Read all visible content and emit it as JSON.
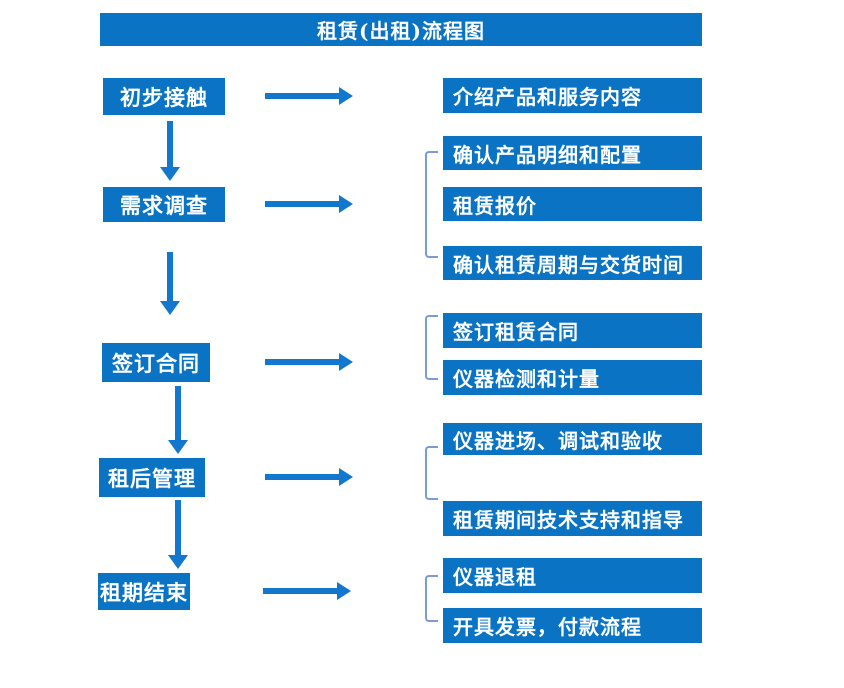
{
  "title": "租赁(出租)流程图",
  "colors": {
    "box_blue": "#0a73c4",
    "arrow_blue": "#1277cd",
    "bracket_blue": "#7b9ad6",
    "text_white": "#ffffff"
  },
  "sections": [
    {
      "left": "初步接触",
      "right": [
        "介绍产品和服务内容"
      ]
    },
    {
      "left": "需求调查",
      "right": [
        "确认产品明细和配置",
        "租赁报价",
        "确认租赁周期与交货时间"
      ]
    },
    {
      "left": "签订合同",
      "right": [
        "签订租赁合同",
        "仪器检测和计量"
      ]
    },
    {
      "left": "租后管理",
      "right": [
        "仪器进场、调试和验收",
        "租赁期间技术支持和指导"
      ]
    },
    {
      "left": "租期结束",
      "right": [
        "仪器退租",
        "开具发票，付款流程"
      ]
    }
  ]
}
